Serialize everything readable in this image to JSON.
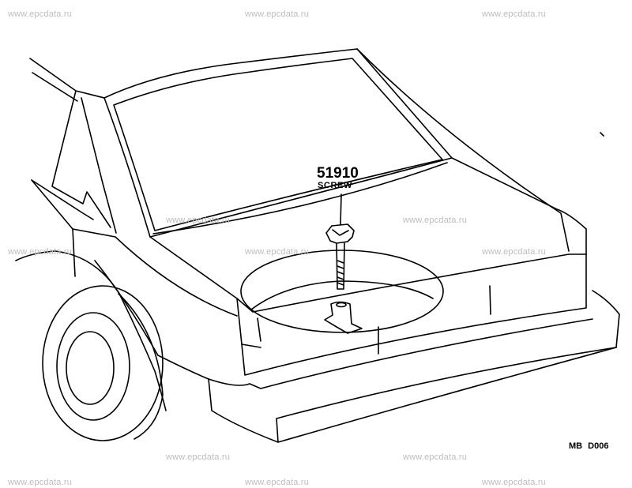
{
  "watermark": "www.epcdata.ru",
  "callout": {
    "part_number": "51910",
    "part_name": "SCREW"
  },
  "diagram_code": "MB D006"
}
